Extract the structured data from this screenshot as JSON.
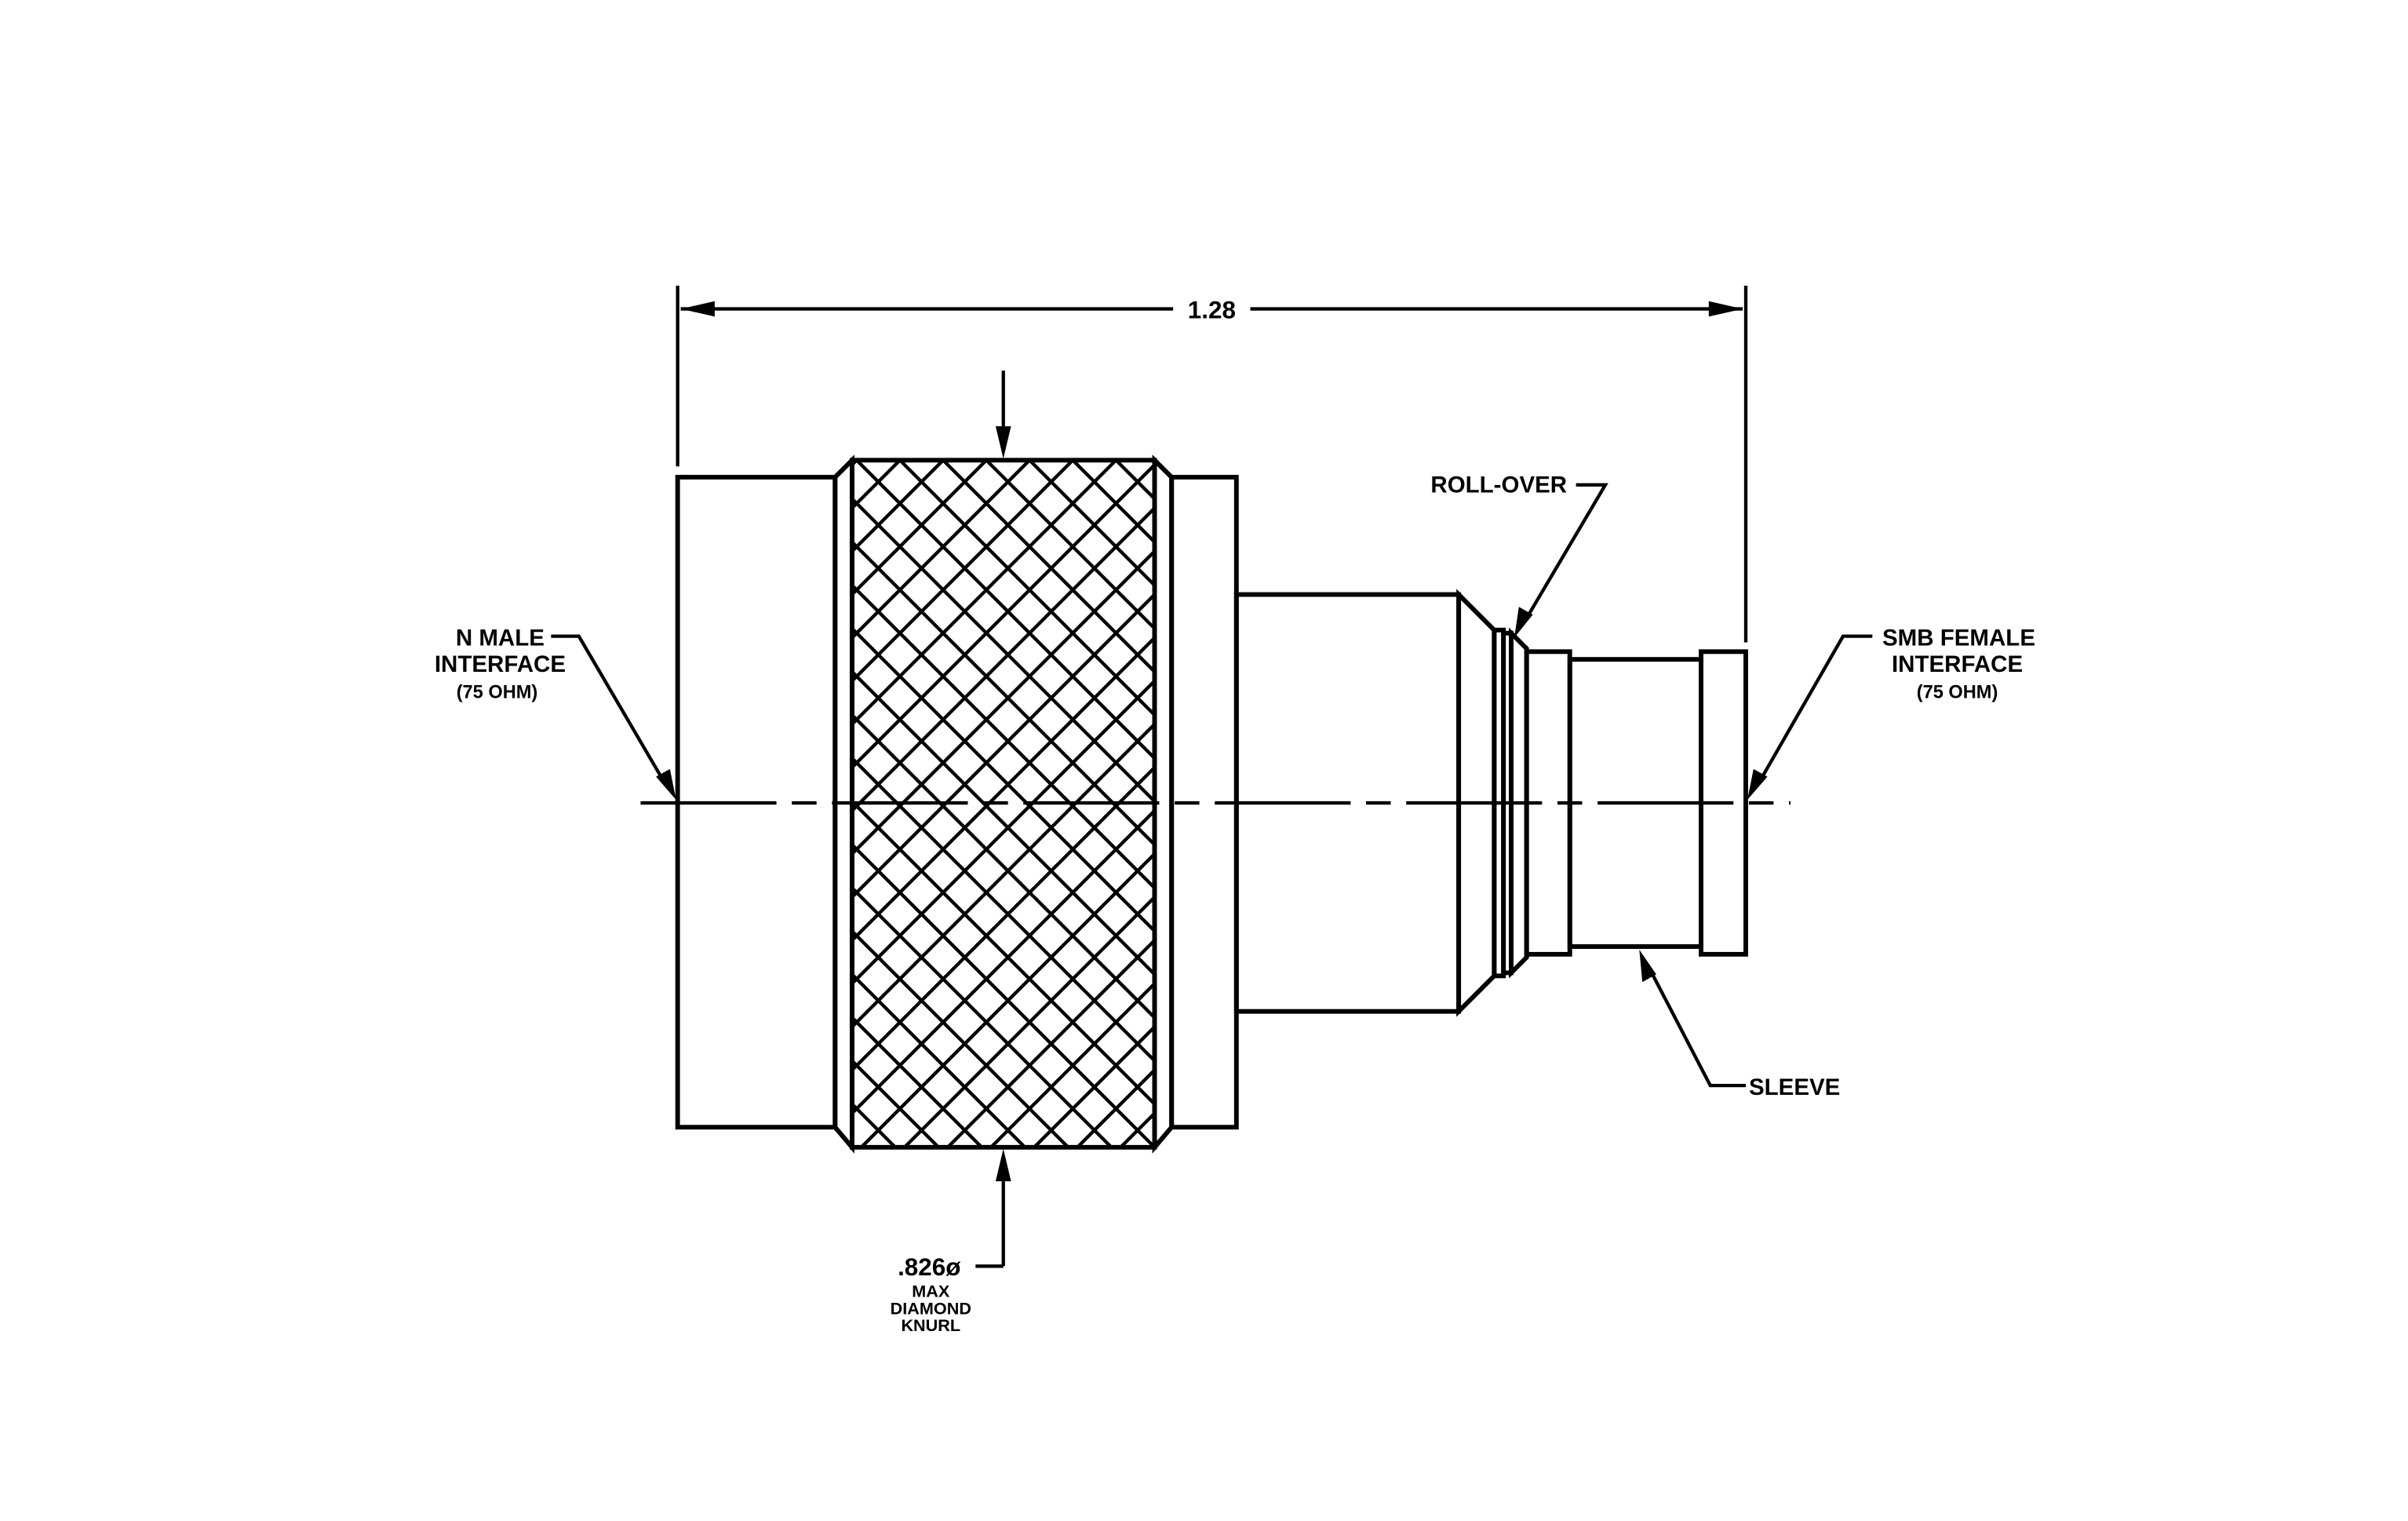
{
  "drawing": {
    "overall_length": "1.28",
    "labels": {
      "n_male": [
        "N MALE",
        "INTERFACE",
        "(75 OHM)"
      ],
      "smb_female": [
        "SMB FEMALE",
        "INTERFACE",
        "(75 OHM)"
      ],
      "roll_over": "ROLL-OVER",
      "sleeve": "SLEEVE",
      "knurl_dia": ".826ø",
      "knurl_notes": [
        "MAX",
        "DIAMOND",
        "KNURL"
      ]
    }
  }
}
